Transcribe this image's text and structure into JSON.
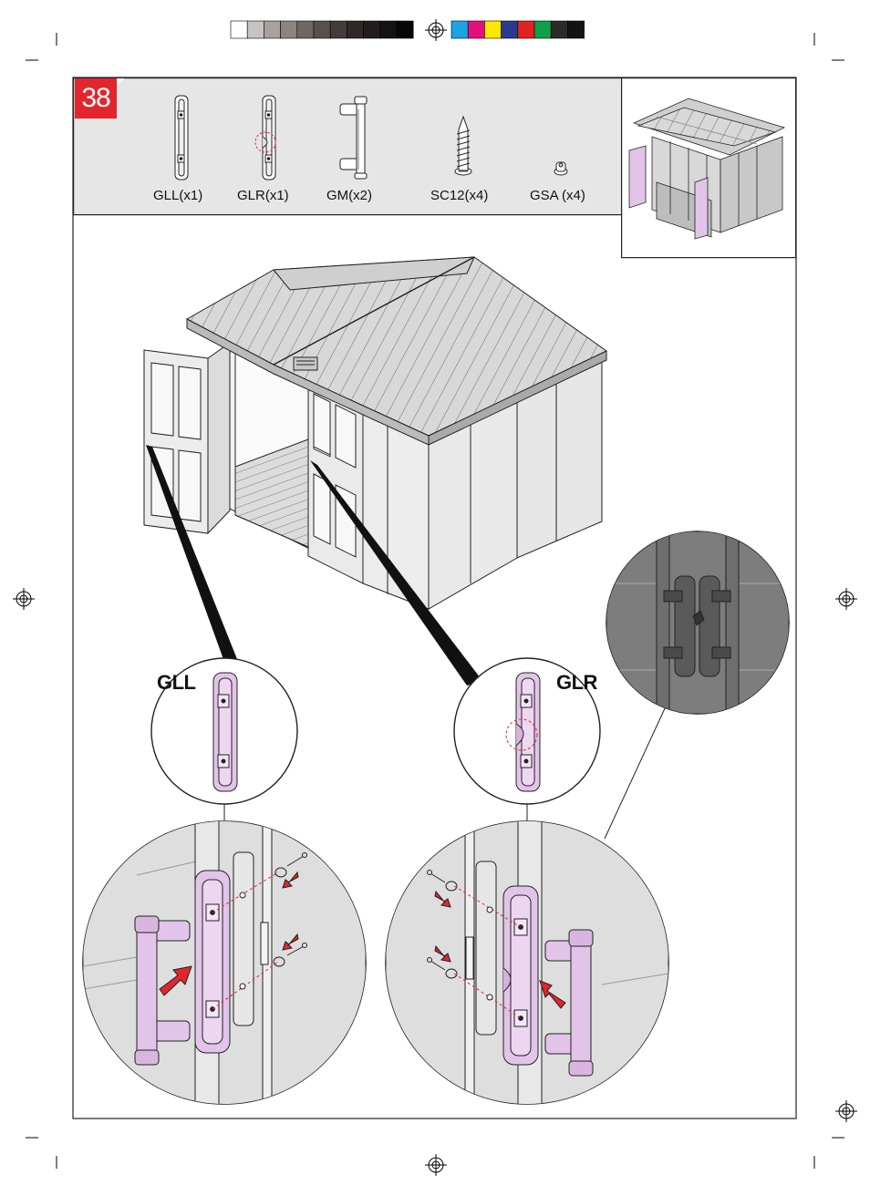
{
  "step": {
    "number": "38"
  },
  "parts": [
    {
      "code": "GLL(x1)"
    },
    {
      "code": "GLR(x1)"
    },
    {
      "code": "GM(x2)"
    },
    {
      "code": "SC12(x4)"
    },
    {
      "code": "GSA (x4)"
    }
  ],
  "callouts": {
    "left": "GLL",
    "right": "GLR"
  },
  "colors": {
    "accent": "#e1262d",
    "part_highlight": "#e2c4e8",
    "panel_gray": "#e6e6e6",
    "line": "#222222",
    "guide": "#e1262d"
  },
  "print_marks": {
    "gray_swatches": [
      "#ffffff",
      "#c9c4c1",
      "#a9a19e",
      "#8c8480",
      "#6f6864",
      "#57504d",
      "#433c3a",
      "#2f2a28",
      "#221d1c",
      "#151212",
      "#080606"
    ],
    "color_swatches": [
      "#1aa4e6",
      "#e4117d",
      "#ffe800",
      "#2a3a91",
      "#e3231f",
      "#0fa04a",
      "#2b2b2b",
      "#131313"
    ]
  }
}
